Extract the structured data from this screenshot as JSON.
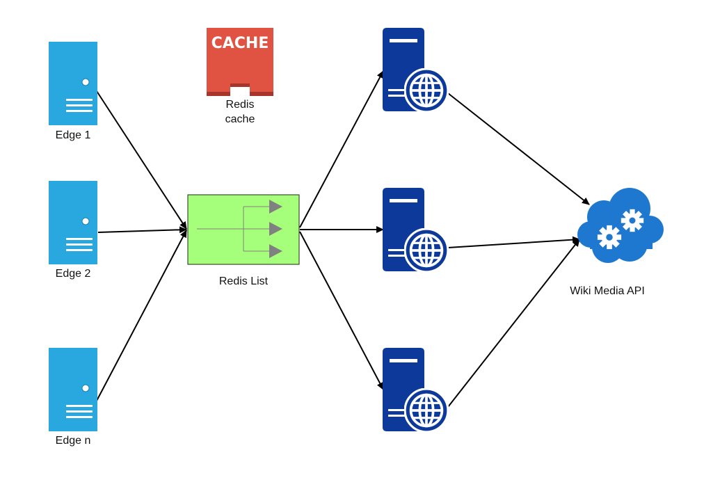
{
  "edges": [
    {
      "label": "Edge 1"
    },
    {
      "label": "Edge 2"
    },
    {
      "label": "Edge n"
    }
  ],
  "cache": {
    "badge": "CACHE",
    "label_line1": "Redis",
    "label_line2": "cache"
  },
  "queue": {
    "label": "Redis List"
  },
  "api": {
    "label": "Wiki Media API"
  },
  "colors": {
    "edge_server": "#29a8e0",
    "cache_red": "#e05343",
    "cache_dark": "#a8352a",
    "queue_fill": "#a6ff7a",
    "queue_arrow": "#808080",
    "worker_server": "#0d3a9a",
    "cloud": "#1f78cf",
    "connector": "#000000"
  }
}
